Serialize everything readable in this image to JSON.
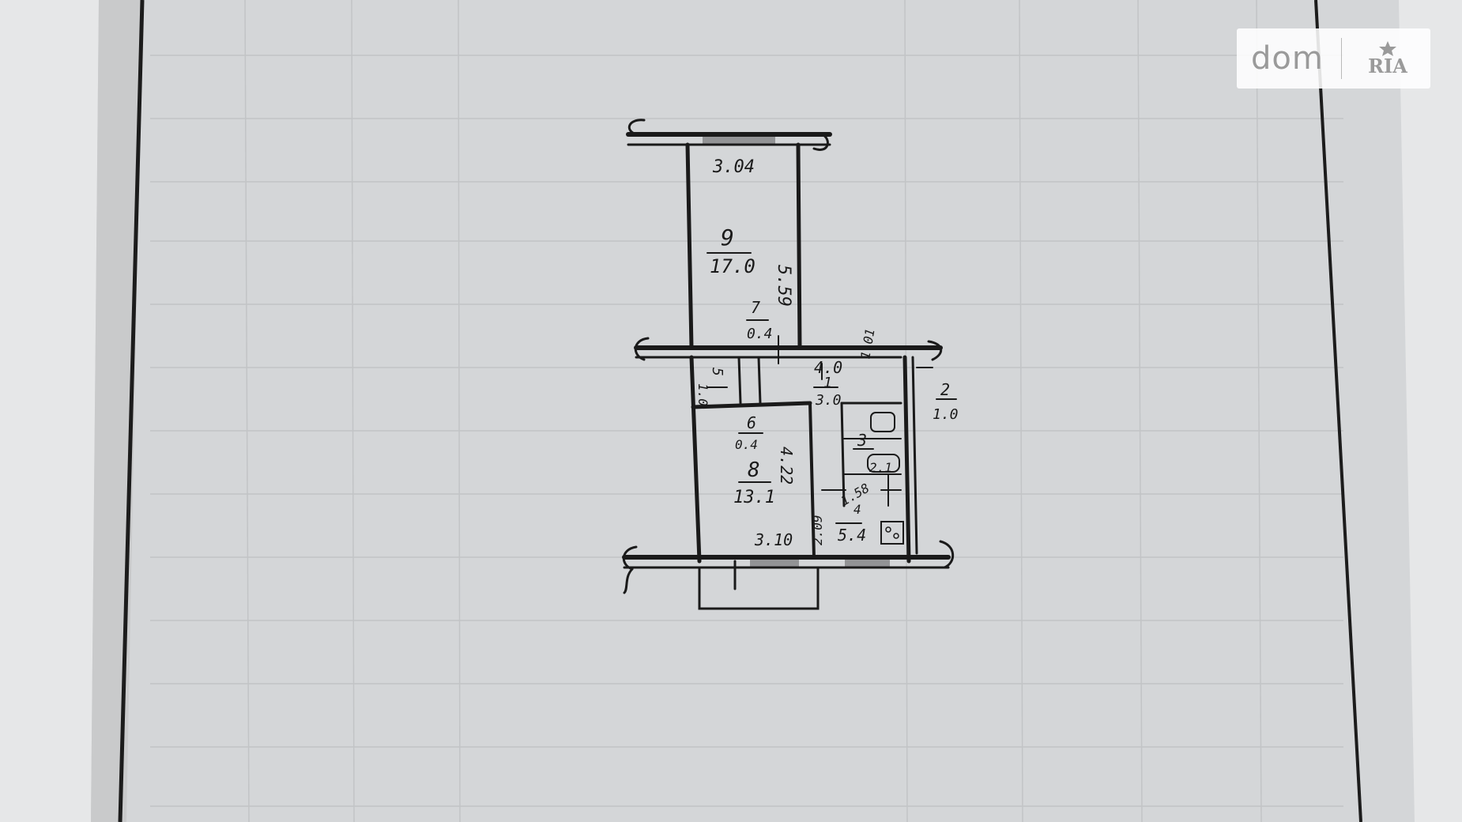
{
  "watermark": {
    "brand_text": "dom",
    "logo_text": "RIA"
  },
  "floor_plan": {
    "rooms": [
      {
        "number": "9",
        "area": "17.0"
      },
      {
        "number": "7",
        "area": "0.4"
      },
      {
        "number": "5",
        "area": "1.0"
      },
      {
        "number": "1",
        "area": "3.0"
      },
      {
        "number": "2",
        "area": "1.0"
      },
      {
        "number": "6",
        "area": "0.4"
      },
      {
        "number": "3",
        "area": "2.1"
      },
      {
        "number": "8",
        "area": "13.1"
      },
      {
        "number": "4",
        "area": "5.4"
      }
    ],
    "dimensions": {
      "top_width": "3.04",
      "room9_length": "5.59",
      "hall_width": "4.0",
      "hall_depth": "1.01",
      "room8_length": "4.22",
      "room8_width": "3.10",
      "kitchen_width": "1.58",
      "kitchen_length": "2.09"
    }
  }
}
